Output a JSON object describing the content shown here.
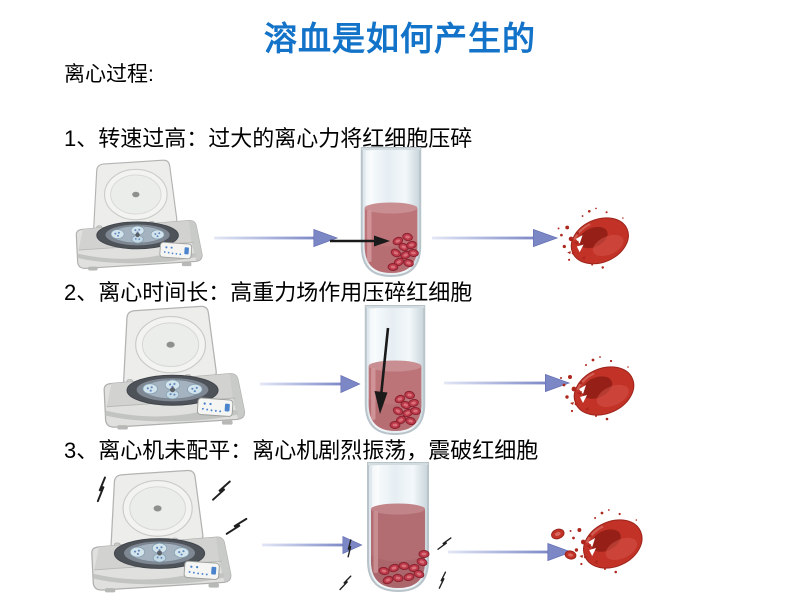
{
  "slide": {
    "title": "溶血是如何产生的",
    "process_label": "离心过程:",
    "rows": [
      {
        "heading": "1、转速过高：过大的离心力将红细胞压碎",
        "sequence": [
          "centrifuge-lid-open",
          "blood-tube-with-horizontal-force-arrow",
          "ruptured-red-blood-cell"
        ]
      },
      {
        "heading": "2、离心时间长：高重力场作用压碎红细胞",
        "sequence": [
          "centrifuge-lid-open",
          "blood-tube-with-downward-force-arrow",
          "ruptured-red-blood-cell"
        ]
      },
      {
        "heading": "3、离心机未配平：离心机剧烈振荡，震破红细胞",
        "sequence": [
          "vibrating-centrifuge",
          "vibrating-blood-tube",
          "ruptured-red-blood-cell-with-fragments"
        ]
      }
    ],
    "colors": {
      "title_blue": "#1373C8",
      "body_text": "#000000",
      "flow_arrow": "#7C88C6",
      "red_blood_cell": "#C23227",
      "tube_liquid": "#BD7478",
      "centrifuge_gray": "#E0E1DF",
      "background": "#FFFFFF"
    }
  }
}
